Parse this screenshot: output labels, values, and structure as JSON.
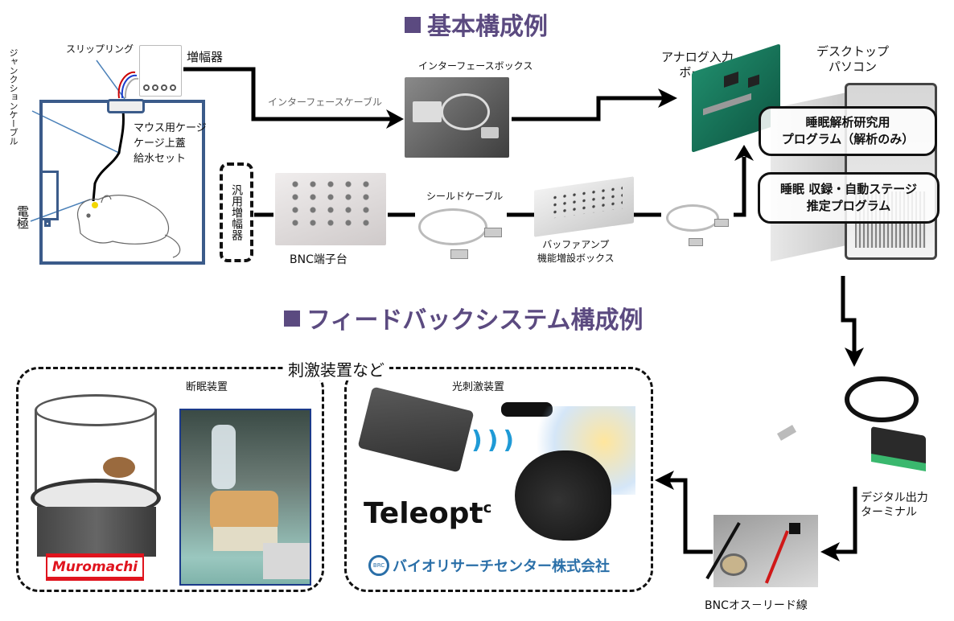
{
  "titles": {
    "basic": "基本構成例",
    "feedback": "フィードバックシステム構成例"
  },
  "basic_setup": {
    "slip_ring": "スリップリング",
    "amplifier": "増幅器",
    "junction_cable": "ジャンクションケーブル",
    "cage_label_lines": [
      "マウス用ケージ",
      "ケージ上蓋",
      "給水セット"
    ],
    "electrode": "電極",
    "general_amplifier": "汎用増幅器",
    "interface_cable": "インターフェースケーブル",
    "interface_box": "インターフェースボックス",
    "analog_board_lines": [
      "アナログ入力",
      "ボード"
    ],
    "desktop_pc_lines": [
      "デスクトップ",
      "パソコン"
    ],
    "program_analysis_lines": [
      "睡眠解析研究用",
      "プログラム（解析のみ）"
    ],
    "program_recording_lines": [
      "睡眠 収録・自動ステージ",
      "推定プログラム"
    ],
    "bnc_terminal": "BNC端子台",
    "shield_cable": "シールドケーブル",
    "buffer_amp_lines": [
      "バッファアンプ",
      "機能増設ボックス"
    ]
  },
  "feedback_setup": {
    "stimulus_devices": "刺激装置など",
    "sleep_deprivation": "断眠装置",
    "muromachi_logo": "Muromachi",
    "optical_stimulation": "光刺激装置",
    "teleopt_logo": "Teleopt",
    "teleopt_superscript": "c",
    "bio_research_logo": "バイオリサーチセンター株式会社",
    "brc_mark": "BRC",
    "digital_output_lines": [
      "デジタル出力",
      "ターミナル"
    ],
    "bnc_lead": "BNCオス－リード線"
  },
  "colors": {
    "title": "#5b4a80",
    "cage_border": "#3b5b8a",
    "muromachi_red": "#e0141e",
    "brc_blue": "#2a6fa8"
  }
}
